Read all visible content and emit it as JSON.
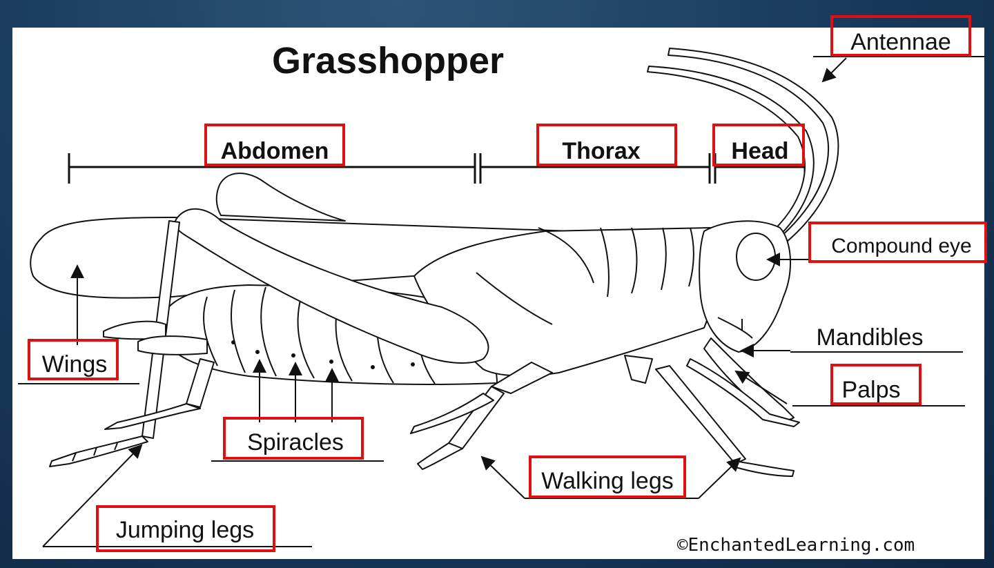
{
  "title": "Grasshopper",
  "segments": {
    "abdomen": "Abdomen",
    "thorax": "Thorax",
    "head": "Head"
  },
  "labels": {
    "antennae": "Antennae",
    "compound_eye": "Compound eye",
    "mandibles": "Mandibles",
    "palps": "Palps",
    "walking_legs": "Walking legs",
    "spiracles": "Spiracles",
    "wings": "Wings",
    "jumping_legs": "Jumping legs"
  },
  "credit": "©EnchantedLearning.com",
  "colors": {
    "highlight_box": "#e01010",
    "background": "#1b3d60",
    "panel": "#ffffff"
  }
}
